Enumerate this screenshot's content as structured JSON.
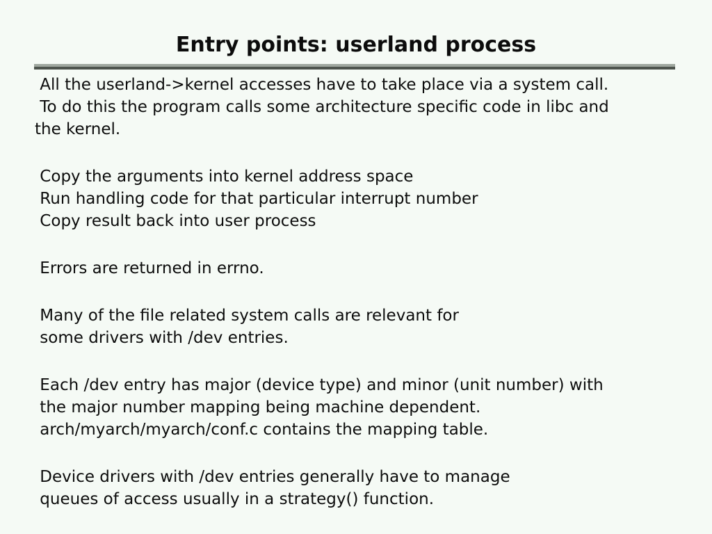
{
  "page": {
    "background_color": "#f5faf5",
    "text_color": "#0c0c0c"
  },
  "title": "Entry points: userland process",
  "rule": {
    "top_color": "#9fa79f",
    "bottom_color": "#4d544d"
  },
  "body": {
    "paragraphs": [
      {
        "lines": [
          " All the userland->kernel accesses have to take place via a system call.",
          " To do this the program calls some architecture specific code in libc and",
          "the kernel."
        ]
      },
      {
        "lines": [
          " Copy the arguments into kernel address space",
          " Run handling code for that particular interrupt number",
          " Copy result back into user process"
        ]
      },
      {
        "lines": [
          " Errors are returned in errno."
        ]
      },
      {
        "lines": [
          " Many of the file related system calls are relevant for",
          " some drivers with /dev entries."
        ]
      },
      {
        "lines": [
          " Each /dev entry has major (device type) and minor (unit number) with",
          " the major number mapping being machine dependent.",
          " arch/myarch/myarch/conf.c contains the mapping table."
        ]
      },
      {
        "lines": [
          " Device drivers with /dev entries generally have to manage",
          " queues of access usually in a strategy() function."
        ]
      }
    ]
  }
}
